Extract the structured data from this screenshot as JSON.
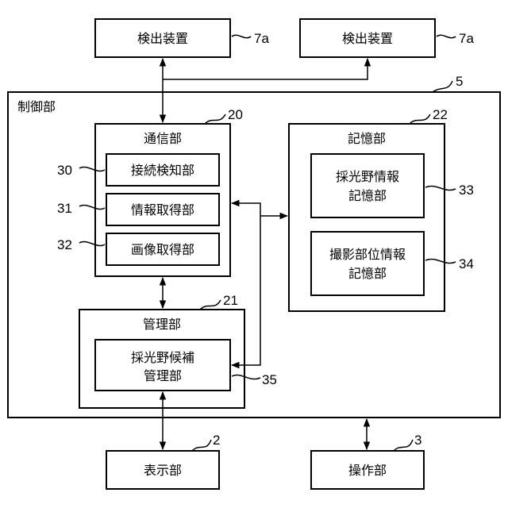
{
  "control_unit": {
    "label": "制御部",
    "ref": "5"
  },
  "detectors": [
    {
      "label": "検出装置",
      "ref": "7a"
    },
    {
      "label": "検出装置",
      "ref": "7a"
    }
  ],
  "communication": {
    "label": "通信部",
    "ref": "20",
    "modules": [
      {
        "label": "接続検知部",
        "ref": "30"
      },
      {
        "label": "情報取得部",
        "ref": "31"
      },
      {
        "label": "画像取得部",
        "ref": "32"
      }
    ]
  },
  "storage": {
    "label": "記憶部",
    "ref": "22",
    "modules": [
      {
        "line1": "採光野情報",
        "line2": "記憶部",
        "ref": "33"
      },
      {
        "line1": "撮影部位情報",
        "line2": "記憶部",
        "ref": "34"
      }
    ]
  },
  "management": {
    "label": "管理部",
    "ref": "21",
    "module": {
      "line1": "採光野候補",
      "line2": "管理部",
      "ref": "35"
    }
  },
  "display": {
    "label": "表示部",
    "ref": "2"
  },
  "operation": {
    "label": "操作部",
    "ref": "3"
  }
}
